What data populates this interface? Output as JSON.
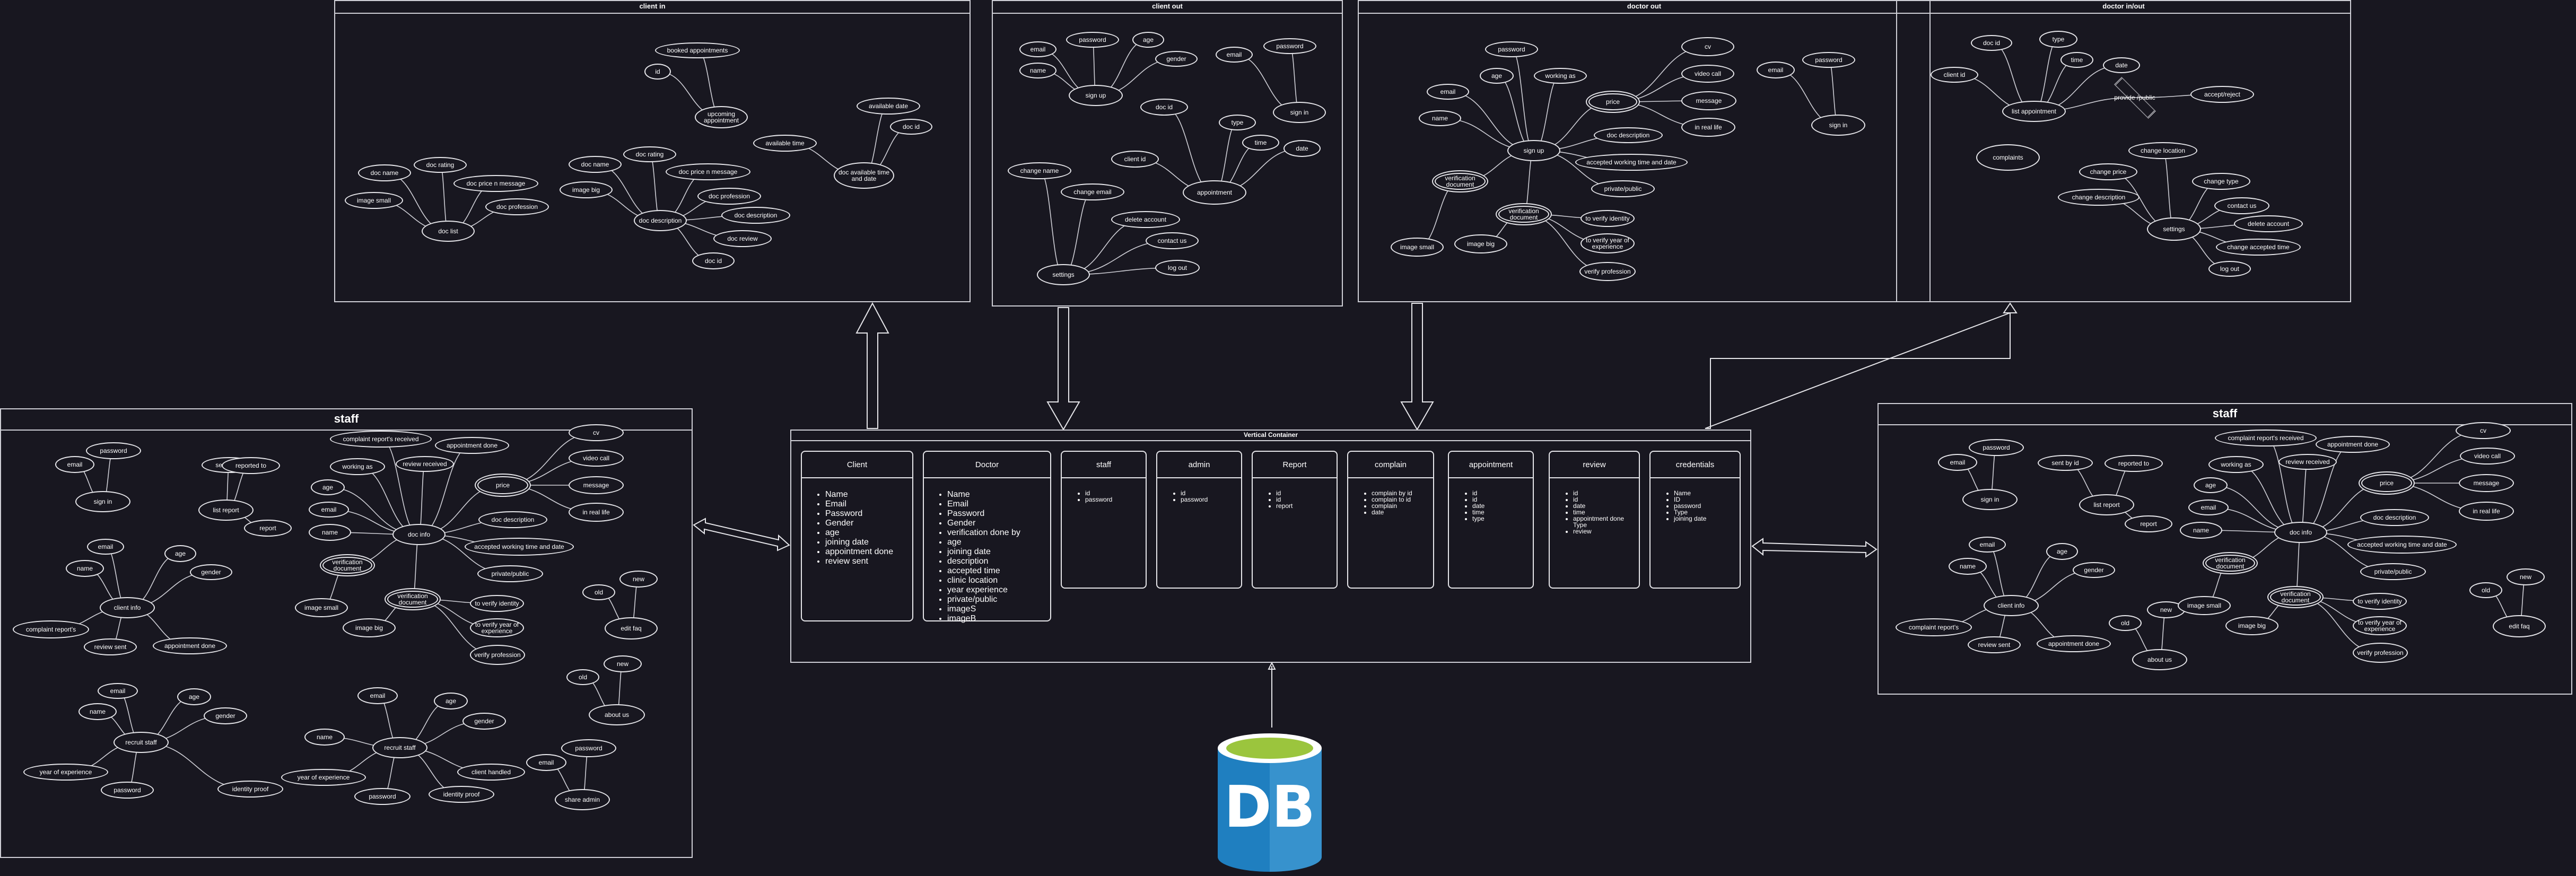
{
  "frames": {
    "client_in": "client  in",
    "client_out": "client  out",
    "doctor_out": "doctor out",
    "doctor_in": "doctor in/out",
    "staff_left": "staff",
    "staff_right": "staff",
    "vertical": "Vertical Container"
  },
  "client_in": {
    "booked": "booked appointments",
    "id": "id",
    "upcoming": "upcoming appointment",
    "doc_name": "doc name",
    "doc_rating": "doc rating",
    "image_small": "image small",
    "doc_price": "doc price n message",
    "doc_profession": "doc profession",
    "doc_list": "doc list",
    "doc_name2": "doc name",
    "doc_rating2": "doc rating",
    "image_big": "image big",
    "doc_price2": "doc price n message",
    "doc_profession2": "doc profession",
    "doc_description": "doc description",
    "doc_description2": "doc description",
    "doc_review": "doc review",
    "doc_id": "doc id",
    "available_time": "available time",
    "available_date": "available date",
    "doc_id2": "doc id",
    "doc_available": "doc available time and date"
  },
  "client_out": {
    "email": "email",
    "password": "password",
    "age": "age",
    "name": "name",
    "gender": "gender",
    "signup": "sign up",
    "email2": "email",
    "password2": "password",
    "signin": "sign in",
    "doc_id": "doc id",
    "type": "type",
    "time": "time",
    "date": "date",
    "client_id": "client id",
    "appointment": "appointment",
    "change_name": "change name",
    "change_email": "change email",
    "delete": "delete  account",
    "contact": "contact us",
    "logout": "log out",
    "settings": "settings"
  },
  "doctor_out": {
    "password": "password",
    "cv": "cv",
    "age": "age",
    "working_as": "working as",
    "video_call": "video call",
    "email": "email",
    "price": "price",
    "message": "message",
    "name": "name",
    "in_real_life": "in real life",
    "doc_description": "doc description",
    "sign_up": "sign up",
    "accepted": "accepted working time and date",
    "private_public": "private/public",
    "verification_document": "verification document",
    "verification_document2": "verification document",
    "to_verify_identity": "to verify identity",
    "to_verify_year": "to verify year of experience",
    "image_small": "image small",
    "image_big": "image big",
    "verify_profession": "verify profession",
    "email2": "email",
    "password2": "password",
    "sign_in": "sign in"
  },
  "doctor_in": {
    "doc_id": "doc id",
    "type": "type",
    "time": "time",
    "client_id": "client id",
    "date": "date",
    "list_appointment": "list appointment",
    "provide": "provide /public",
    "accept": "accept/reject",
    "complaints": "complaints",
    "change_location": "change location",
    "change_price": "change price",
    "change_type": "change type",
    "change_description": "change description",
    "contact_us": "contact us",
    "settings": "settings",
    "delete_account": "delete  account",
    "change_accepted": "change accepted time",
    "log_out": "log out"
  },
  "staff": {
    "complaint_reports": "complaint  report's  received",
    "appointment_done": "appointment done",
    "cv": "cv",
    "password": "password",
    "email": "email",
    "sent_by_id": "sent by id",
    "reported_to": "reported to",
    "working_as": "working as",
    "review_received": "review  received",
    "video_call": "video call",
    "age": "age",
    "price": "price",
    "message": "message",
    "sign_in": "sign in",
    "list_report": "list report",
    "in_real_life": "in real life",
    "email2": "email",
    "report": "report",
    "name": "name",
    "doc_info": "doc info",
    "doc_description": "doc description",
    "accepted": "accepted working time and date",
    "verification_document": "verification document",
    "private_public": "private/public",
    "email3": "email",
    "age2": "age",
    "name2": "name",
    "gender": "gender",
    "old": "old",
    "new": "new",
    "image_small": "image small",
    "verification_document2": "verification document",
    "to_verify_identity": "to verify identity",
    "client_info": "client info",
    "image_big": "image big",
    "to_verify_year": "to verify year of experience",
    "edit_faq": "edit faq",
    "complaint_reports2": "complaint  report's",
    "review_sent": "review  sent",
    "appointment_done2": "appointment done",
    "verify_profession": "verify profession",
    "old2": "old",
    "new2": "new",
    "email4": "email",
    "age3": "age",
    "name3": "name",
    "gender2": "gender",
    "about_us": "about us",
    "recruit_staff": "recruit staff",
    "year_exp": "year of  experience",
    "password2": "password",
    "identity_proof": "identity  proof",
    "email5": "email",
    "age4": "age",
    "name4": "name",
    "gender3": "gender",
    "recruit_staff2": "recruit staff",
    "client_handled": "client handled",
    "year_exp2": "year of  experience",
    "password3": "password",
    "identity_proof2": "identity  proof",
    "password4": "password",
    "email6": "email",
    "share_admin": "share admin"
  },
  "entities": [
    {
      "title": "Client",
      "fields": [
        "Name",
        "Email",
        "Password",
        "Gender",
        "age",
        "joining date",
        "appointment done",
        "review sent"
      ]
    },
    {
      "title": "Doctor",
      "fields": [
        "Name",
        "Email",
        "Password",
        "Gender",
        "verification done by",
        "age",
        "joining date",
        "description",
        "accepted time",
        "clinic location",
        "year experience",
        "private/public",
        "imageS",
        "imageB"
      ]
    },
    {
      "title": "staff",
      "fields": [
        "id",
        "password"
      ]
    },
    {
      "title": "admin",
      "fields": [
        "id",
        "password"
      ]
    },
    {
      "title": "Report",
      "fields": [
        "id",
        "id",
        "report"
      ]
    },
    {
      "title": "complain",
      "fields": [
        "complain by id",
        "complain to id",
        "complain",
        "date"
      ]
    },
    {
      "title": "appointment",
      "fields": [
        "id",
        "id",
        "date",
        "time",
        "type"
      ]
    },
    {
      "title": "review",
      "fields": [
        "id",
        "id",
        "date",
        "time",
        "appointment done Type",
        "review"
      ]
    },
    {
      "title": "credentials",
      "fields": [
        "Name",
        "ID",
        "password",
        "Type",
        "joining date"
      ]
    }
  ],
  "db": {
    "label": "DB",
    "cylinder_colors": [
      "#1f7fc0",
      "#9bc53d"
    ]
  }
}
